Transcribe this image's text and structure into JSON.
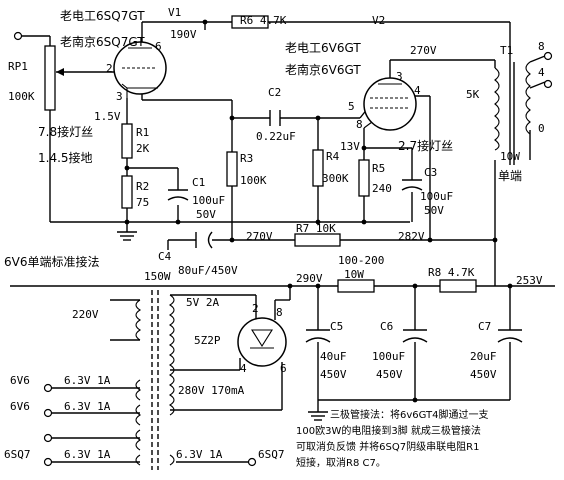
{
  "labels": {
    "v1": "V1",
    "v1_name_a": "老电工6SQ7GT",
    "v1_name_b": "老南京6SQ7GT",
    "v1_plate_v": "190V",
    "v1_pin6": "6",
    "v1_pin2": "2",
    "v1_pin3": "3",
    "rp1": "RP1",
    "rp1_val": "100K",
    "v1_cathode_v": "1.5V",
    "fil_a": "7.8接灯丝",
    "fil_b": "1.4.5接地",
    "r1": "R1",
    "r1_val": "2K",
    "r2": "R2",
    "r2_val": "75",
    "r6": "R6 4.7K",
    "c2": "C2",
    "c2_val": "0.22uF",
    "r3": "R3",
    "r3_val": "100K",
    "c1": "C1",
    "c1_val_a": "100uF",
    "c1_val_b": "50V",
    "r4": "R4",
    "r4_val": "300K",
    "v2": "V2",
    "v2_name_a": "老电工6V6GT",
    "v2_name_b": "老南京6V6GT",
    "v2_plate_v": "270V",
    "v2_pin3": "3",
    "v2_pin5": "5",
    "v2_pin4": "4",
    "v2_pin8": "8",
    "v2_fil": "2.7接灯丝",
    "v2_cathode_v": "13V",
    "r5": "R5",
    "r5_val": "240",
    "c3": "C3",
    "c3_val_a": "100uF",
    "c3_val_b": "50V",
    "t1": "T1",
    "t1_pri": "5K",
    "t1_tap8": "8",
    "t1_tap4": "4",
    "t1_tap0": "0",
    "t1_rating": "10W",
    "t1_type": "单端",
    "c4": "C4",
    "c4_val": "80uF/450V",
    "bus_270": "270V",
    "r7": "R7 10K",
    "bus_282": "282V",
    "title_6v6": "6V6单端标准接法",
    "pt_150": "150W",
    "rect_5v": "5V 2A",
    "rect_pin2": "2",
    "rect_pin8": "8",
    "rect_name": "5Z2P",
    "rect_pin4": "4",
    "rect_pin6": "6",
    "hv_winding": "280V 170mA",
    "bus_290": "290V",
    "r_range": "100-200",
    "r_watts": "10W",
    "r8": "R8  4.7K",
    "bus_253": "253V",
    "c5": "C5",
    "c5_val_a": "40uF",
    "c5_val_b": "450V",
    "c6": "C6",
    "c6_val_a": "100uF",
    "c6_val_b": "450V",
    "c7": "C7",
    "c7_val_a": "20uF",
    "c7_val_b": "450V",
    "mains": "220V",
    "w1_name": "6V6",
    "w1_val": "6.3V 1A",
    "w2_name": "6V6",
    "w2_val": "6.3V 1A",
    "w3_name": "6SQ7",
    "w3_val": "6.3V 1A",
    "w4_val": "6.3V 1A",
    "w4_name": "6SQ7",
    "note_1": "三极管接法：将6v6GT4脚通过一支",
    "note_2": "100欧3W的电阻接到3脚 就成三极管接法",
    "note_3": "可取消负反馈  并将6SQ7阴级串联电阻R1",
    "note_4": "短接，取消R8  C7。"
  }
}
